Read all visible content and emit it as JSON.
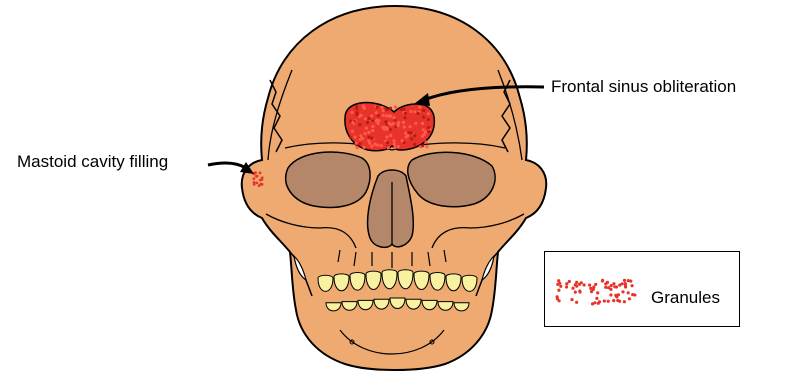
{
  "labels": {
    "frontal_sinus": "Frontal sinus obliteration",
    "mastoid": "Mastoid cavity filling"
  },
  "legend": {
    "granules": "Granules"
  },
  "colors": {
    "bone": "#EFAA72",
    "orbit": "#B4876A",
    "teeth": "#F7F1A0",
    "granule": "#E8332A",
    "outline": "#000000"
  }
}
